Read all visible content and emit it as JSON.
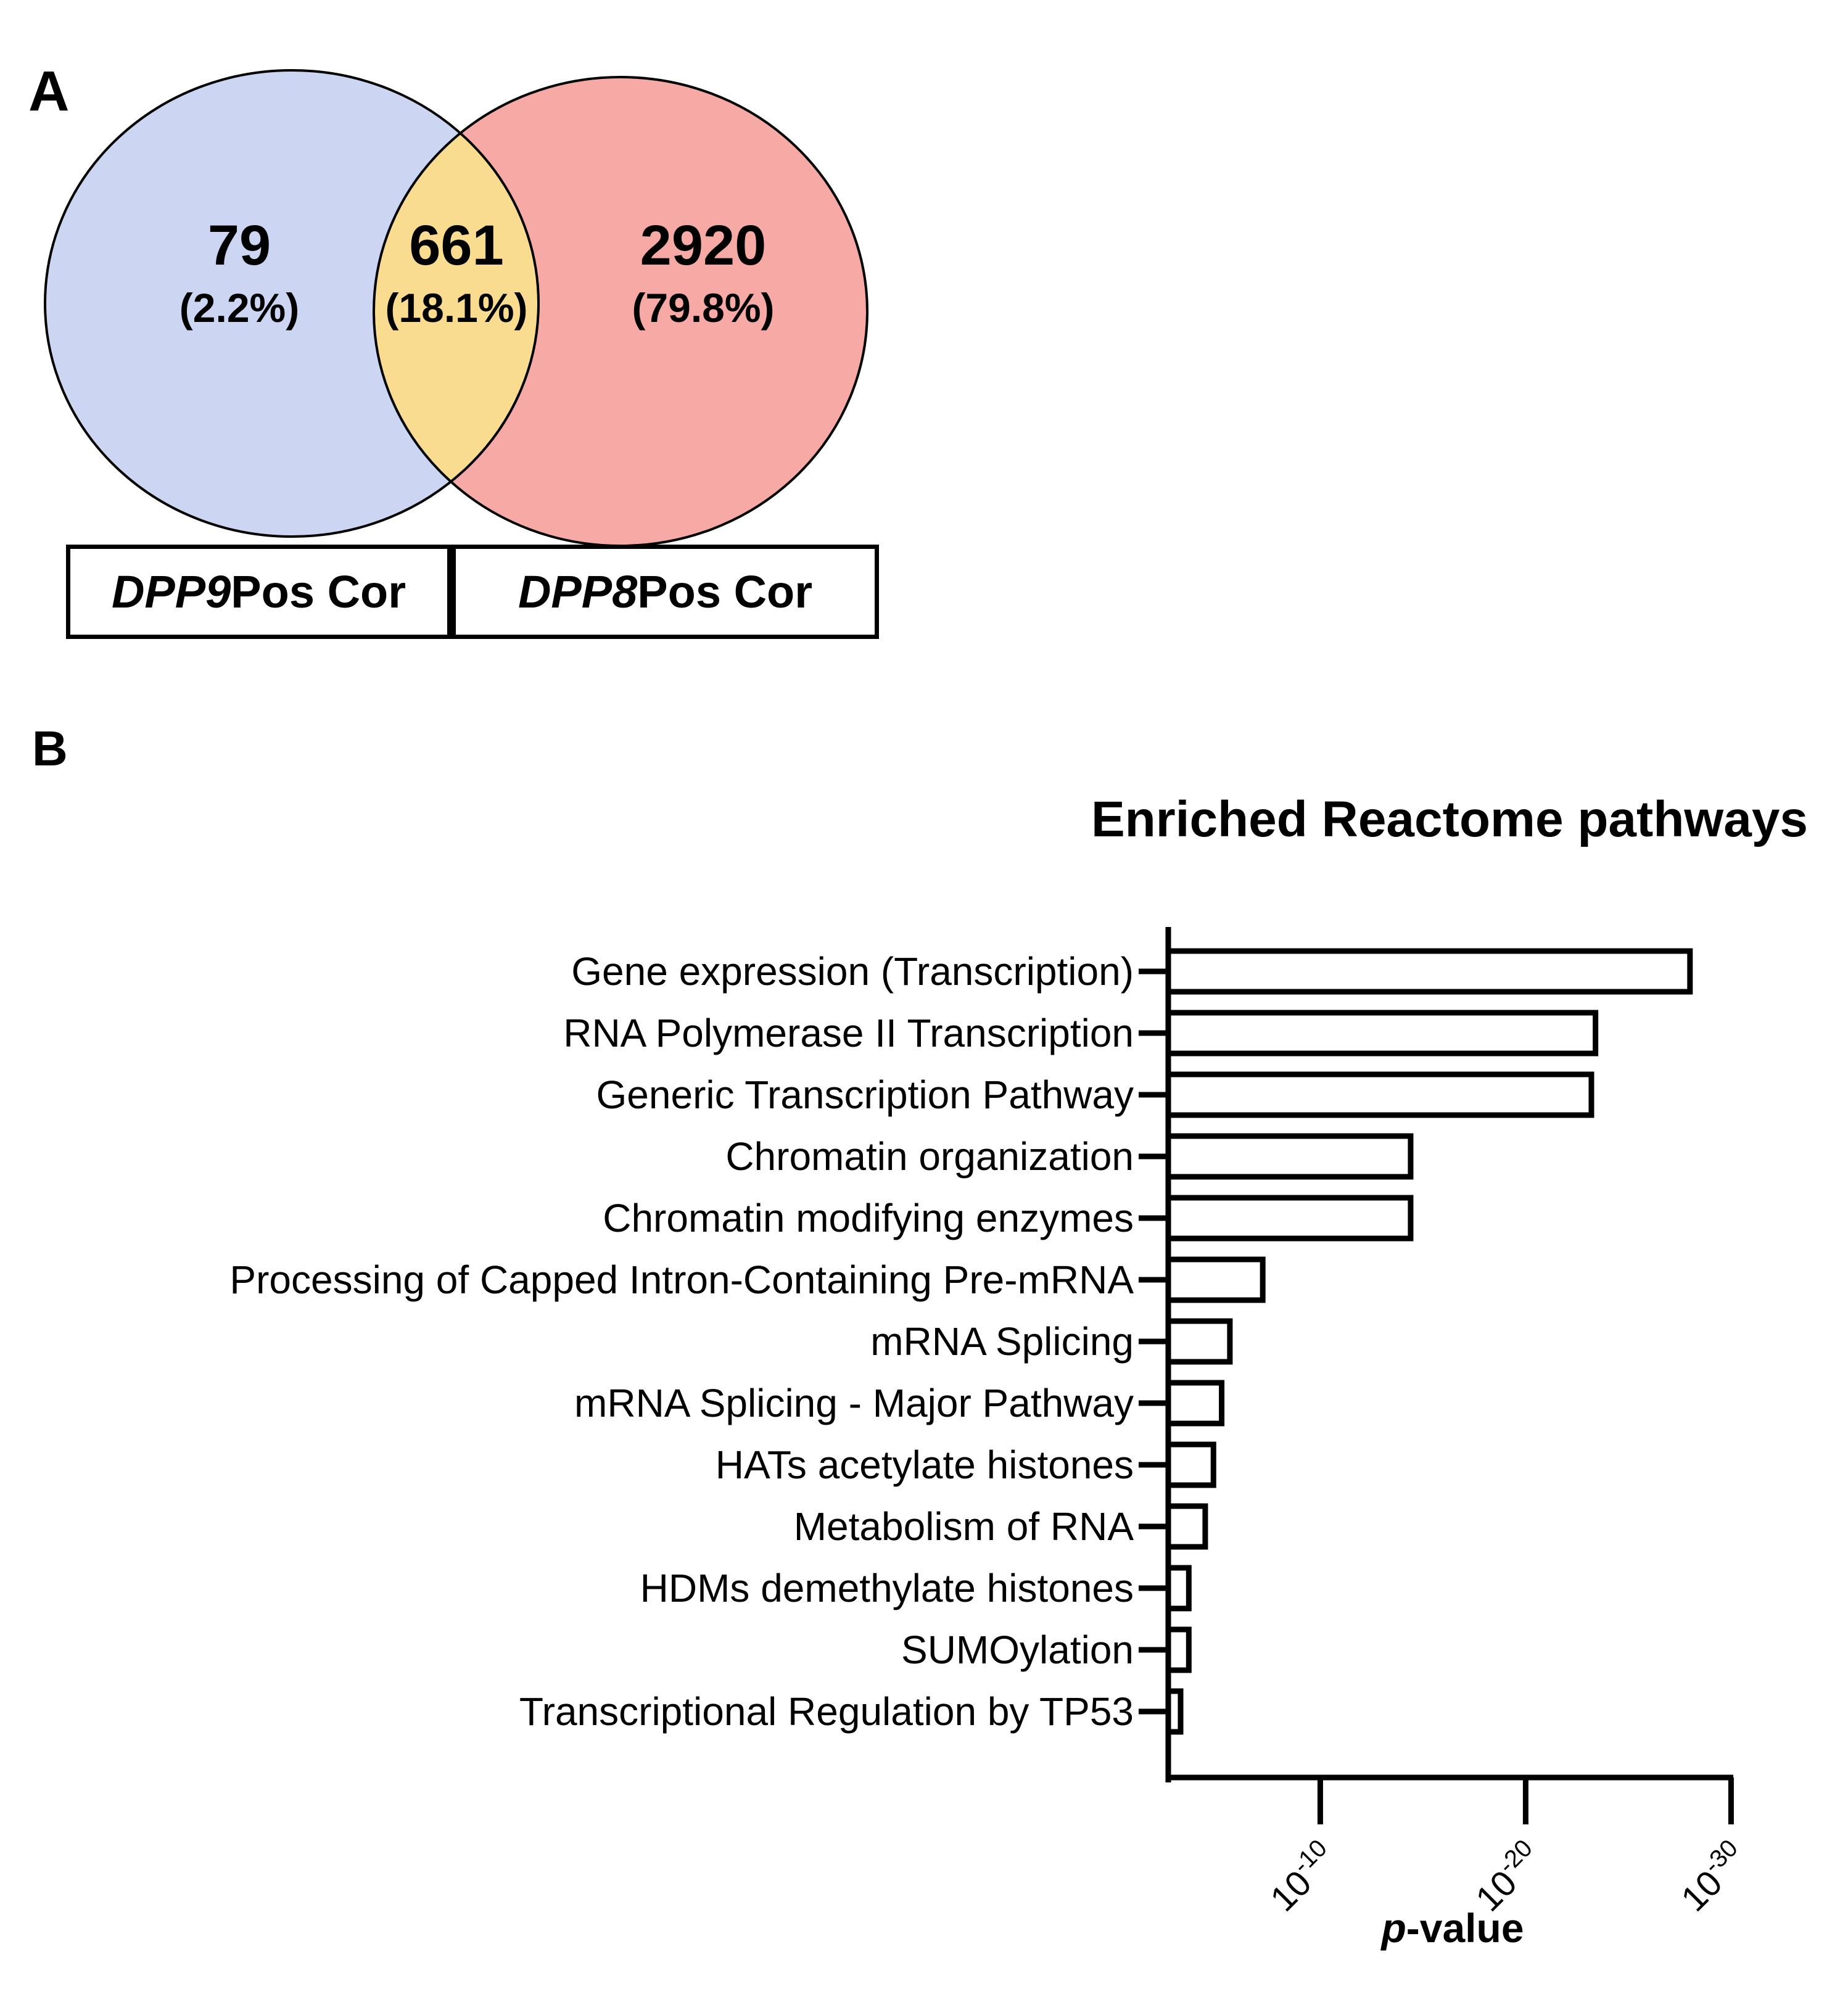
{
  "panel_a": {
    "label": "A",
    "venn": {
      "left_count": "79",
      "left_percent": "(2.2%)",
      "overlap_count": "661",
      "overlap_percent": "(18.1%)",
      "right_count": "2920",
      "right_percent": "(79.8%)",
      "left_set_gene": "DPP9",
      "left_set_rest": " Pos Cor",
      "right_set_gene": "DPP8",
      "right_set_rest": " Pos Cor",
      "left_color": "#ccd6f2",
      "overlap_color": "#fadc90",
      "right_color": "#f7a9a6",
      "outline_color": "#000000"
    }
  },
  "panel_b": {
    "label": "B"
  },
  "chart_data": {
    "type": "bar",
    "orientation": "horizontal",
    "title": "Enriched Reactome pathways",
    "xlabel": "p-value",
    "xlabel_italic_prefix": "p",
    "xlabel_suffix": "-value",
    "ylabel": "",
    "x_scale": "log10, p-value decreasing rightward",
    "x_tick_exponents": [
      -10,
      -20,
      -30
    ],
    "x_tick_labels": [
      "10-10",
      "10-20",
      "10-30"
    ],
    "x_tick_base": "10",
    "x_axis_min_exponent": -2.6,
    "x_axis_max_exponent": -30,
    "grid": false,
    "legend": null,
    "bar_fill": "#ffffff",
    "bar_border": "#000000",
    "categories": [
      "Gene expression (Transcription)",
      "RNA Polymerase II Transcription",
      "Generic Transcription Pathway",
      "Chromatin organization",
      "Chromatin modifying enzymes",
      "Processing of Capped Intron-Containing Pre-mRNA",
      "mRNA Splicing",
      "mRNA Splicing - Major Pathway",
      "HATs acetylate histones",
      "Metabolism of RNA",
      "HDMs demethylate histones",
      "SUMOylation",
      "Transcriptional Regulation by TP53"
    ],
    "values_log10_p": [
      -28.0,
      -23.4,
      -23.2,
      -14.4,
      -14.4,
      -7.2,
      -5.6,
      -5.2,
      -4.8,
      -4.4,
      -3.6,
      -3.6,
      -3.2
    ]
  }
}
